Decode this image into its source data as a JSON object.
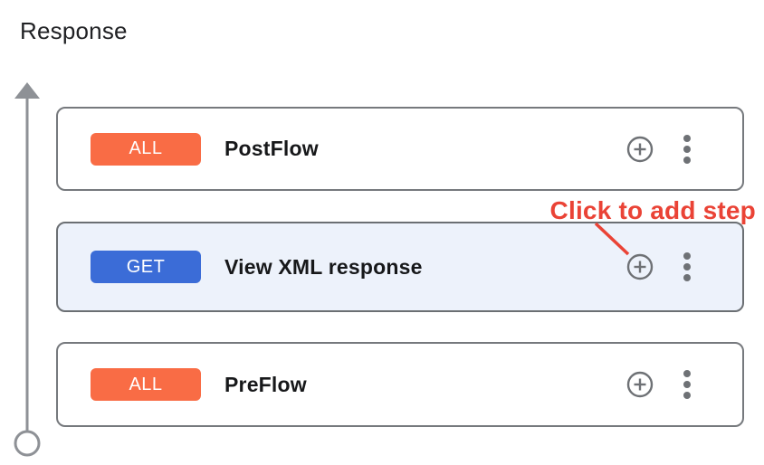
{
  "section": {
    "title": "Response"
  },
  "cards": [
    {
      "badge": "ALL",
      "title": "PostFlow",
      "badge_color": "#f96c45",
      "bg": "#ffffff",
      "selected": false
    },
    {
      "badge": "GET",
      "title": "View XML response",
      "badge_color": "#3b6cd7",
      "bg": "#edf2fb",
      "selected": true
    },
    {
      "badge": "ALL",
      "title": "PreFlow",
      "badge_color": "#f96c45",
      "bg": "#ffffff",
      "selected": false
    }
  ],
  "annotation": {
    "label": "Click to add step",
    "color": "#ea4336"
  },
  "colors": {
    "badge_all_orange": "#f96c45",
    "badge_get_blue": "#3b6cd7",
    "card_border": "#76797d",
    "selected_card_bg": "#edf2fb",
    "icon_gray": "#6e7175",
    "flow_line_gray": "#8e9196",
    "annotation_red": "#ea4336",
    "title_text": "#202124"
  },
  "icons": {
    "add_step": "plus-circle-icon",
    "more_options": "kebab-menu-icon",
    "flow_direction": "up-arrow-icon",
    "flow_origin": "open-circle-icon"
  }
}
